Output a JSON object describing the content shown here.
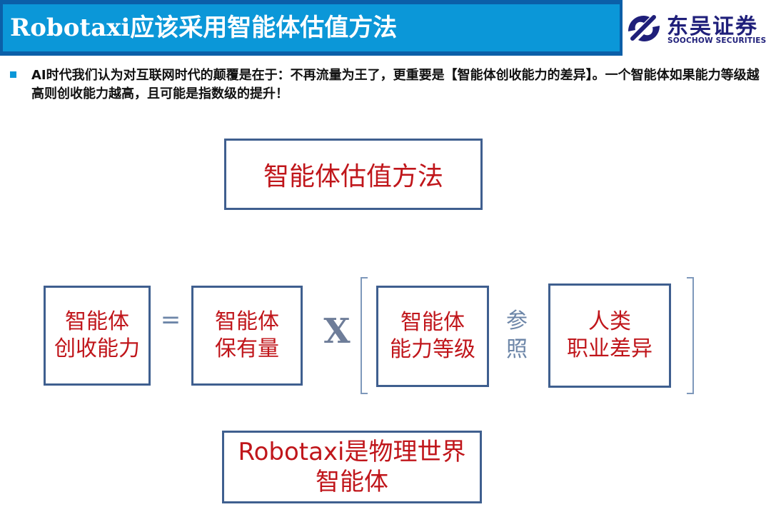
{
  "header": {
    "title": "Robotaxi应该采用智能体估值方法"
  },
  "logo": {
    "cn": "东吴证券",
    "en": "SOOCHOW SECURITIES",
    "icon": "soochow-logo-icon",
    "color": "#1f1f7a"
  },
  "intro": {
    "text": "AI时代我们认为对互联网时代的颠覆是在于：不再流量为王了，更重要是【智能体创收能力的差异】。一个智能体如果能力等级越高则创收能力越高，且可能是指数级的提升！"
  },
  "diagram": {
    "title": "智能体估值方法",
    "revenue_capacity": "智能体\n创收能力",
    "equals": "=",
    "holdings": "智能体\n保有量",
    "times": "X",
    "ability_level": "智能体\n能力等级",
    "reference": "参\n照",
    "human_jobs": "人类\n职业差异",
    "conclusion": "Robotaxi是物理世界\n智能体"
  },
  "colors": {
    "header_bg": "#0b97d8",
    "header_border": "#0b5fa8",
    "box_border": "#3f5f8f",
    "box_text": "#c0161b",
    "operator": "#6d86a8"
  }
}
